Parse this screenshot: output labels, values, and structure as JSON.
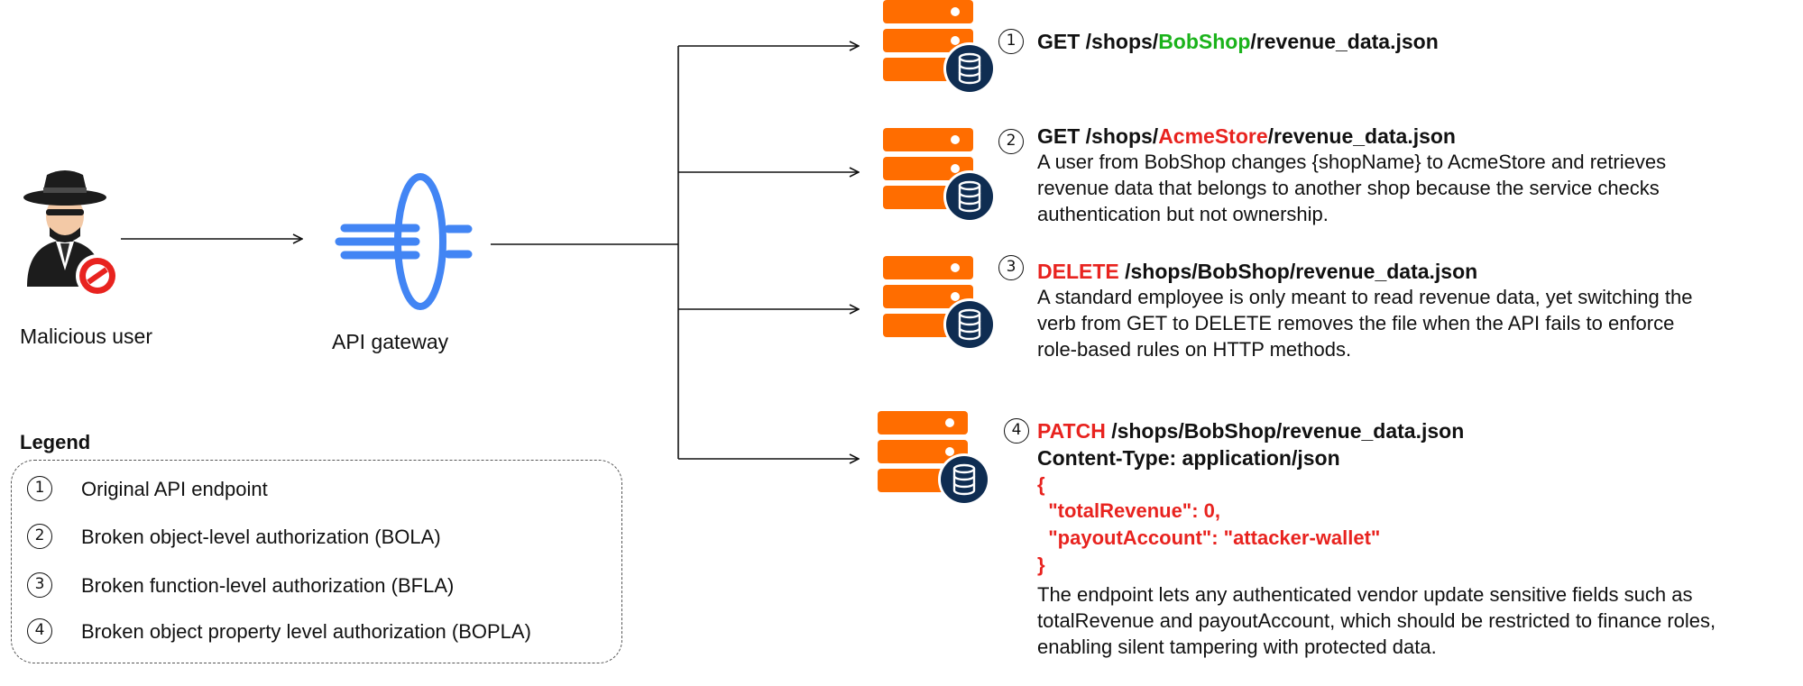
{
  "actors": {
    "malicious_user_label": "Malicious user",
    "gateway_label": "API gateway"
  },
  "endpoints": [
    {
      "number": "1",
      "method": "GET",
      "path_prefix": "/shops/",
      "shop": "BobShop",
      "path_suffix": "/revenue_data.json"
    },
    {
      "number": "2",
      "method": "GET",
      "path_prefix": "/shops/",
      "shop": "AcmeStore",
      "path_suffix": "/revenue_data.json",
      "description": [
        "A user from BobShop changes {shopName} to AcmeStore and retrieves",
        "revenue data that belongs to another shop because the service checks",
        "authentication but not ownership."
      ]
    },
    {
      "number": "3",
      "method": "DELETE",
      "path": "/shops/BobShop/revenue_data.json",
      "description": [
        "A standard employee is only meant to read revenue data, yet switching the",
        "verb from GET to DELETE removes the file when the API fails to enforce",
        "role-based rules on HTTP methods."
      ]
    },
    {
      "number": "4",
      "method": "PATCH",
      "path": "/shops/BobShop/revenue_data.json",
      "content_type": "Content-Type: application/json",
      "json_body": [
        "{",
        "  \"totalRevenue\": 0,",
        "  \"payoutAccount\": \"attacker-wallet\"",
        "}"
      ],
      "description": [
        "The endpoint lets any authenticated vendor update sensitive fields such as",
        "totalRevenue and payoutAccount, which should be restricted to finance roles,",
        "enabling silent tampering with protected data."
      ]
    }
  ],
  "legend": {
    "title": "Legend",
    "items": [
      {
        "number": "1",
        "label": "Original API endpoint"
      },
      {
        "number": "2",
        "label": "Broken object-level authorization (BOLA)"
      },
      {
        "number": "3",
        "label": "Broken function-level authorization (BFLA)"
      },
      {
        "number": "4",
        "label": "Broken object property level authorization (BOPLA)"
      }
    ]
  },
  "colors": {
    "server_orange": "#ff6d00",
    "db_navy": "#0f2d52",
    "gateway_blue": "#4285f4",
    "highlight_green": "#1bb31b",
    "highlight_red": "#e8231f"
  }
}
